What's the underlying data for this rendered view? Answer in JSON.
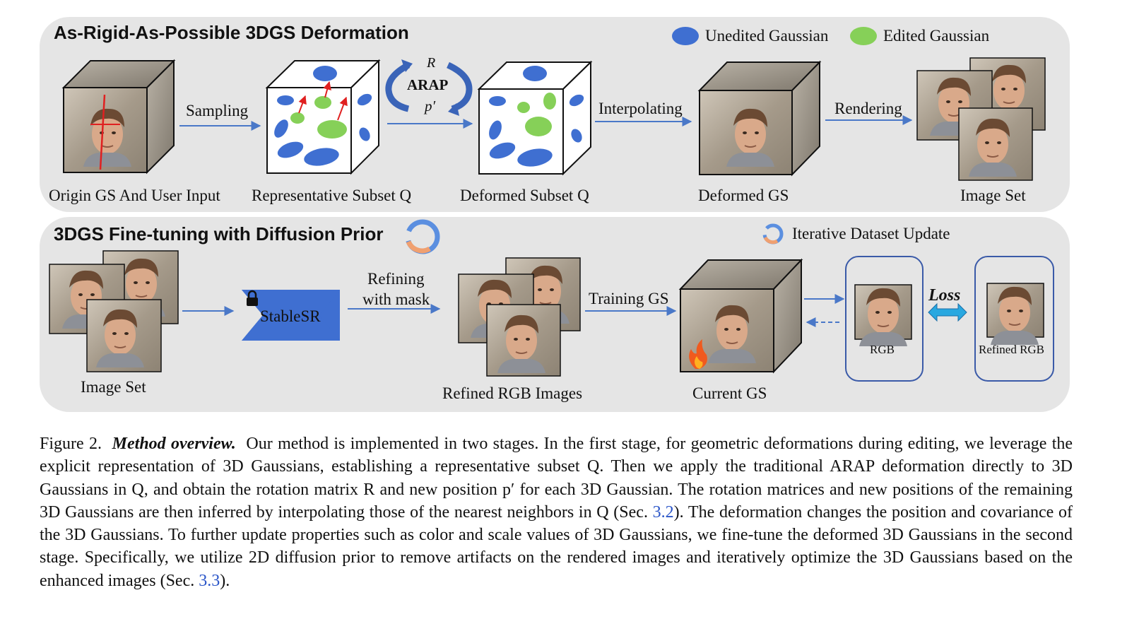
{
  "colors": {
    "panel_bg": "#e5e5e5",
    "unedited_gaussian": "#3f6fd1",
    "edited_gaussian": "#86d058",
    "arrow_blue": "#4a78c8",
    "arrow_red": "#e02020",
    "stablesr_fill": "#3f6fd1",
    "ref_link": "#2a55c8"
  },
  "stage1": {
    "title": "As-Rigid-As-Possible 3DGS Deformation",
    "legend": {
      "unedited": "Unedited Gaussian",
      "edited": "Edited Gaussian"
    },
    "labels": {
      "origin": "Origin GS And User Input",
      "representative": "Representative Subset Q",
      "deformed_subset": "Deformed Subset Q",
      "deformed_gs": "Deformed GS",
      "image_set": "Image Set"
    },
    "arrows": {
      "sampling": "Sampling",
      "interpolating": "Interpolating",
      "rendering": "Rendering"
    },
    "arap": {
      "r": "R",
      "name": "ARAP",
      "p": "p′"
    }
  },
  "stage2": {
    "title": "3DGS Fine-tuning with Diffusion Prior",
    "legend_iterative": "Iterative Dataset Update",
    "labels": {
      "image_set": "Image Set",
      "stablesr": "StableSR",
      "refining_line1": "Refining",
      "refining_line2": "with mask",
      "refined_images": "Refined RGB Images",
      "training": "Training GS",
      "current_gs": "Current GS",
      "rgb": "RGB",
      "loss": "Loss",
      "refined_rgb": "Refined RGB"
    }
  },
  "caption": {
    "prefix": "Figure 2.",
    "bold": "Method overview.",
    "body_1": "Our method is implemented in two stages. In the first stage, for geometric deformations during editing, we leverage the explicit representation of 3D Gaussians, establishing a representative subset Q. Then we apply the traditional ARAP deformation directly to 3D Gaussians in Q, and obtain the rotation matrix R and new position p′ for each 3D Gaussian. The rotation matrices and new positions of the remaining 3D Gaussians are then inferred by interpolating those of the nearest neighbors in Q (Sec.",
    "ref_1": "3.2",
    "body_2": "). The deformation changes the position and covariance of the 3D Gaussians. To further update properties such as color and scale values of 3D Gaussians, we fine-tune the deformed 3D Gaussians in the second stage. Specifically, we utilize 2D diffusion prior to remove artifacts on the rendered images and iteratively optimize the 3D Gaussians based on the enhanced images (Sec.",
    "ref_2": "3.3",
    "body_3": ")."
  }
}
